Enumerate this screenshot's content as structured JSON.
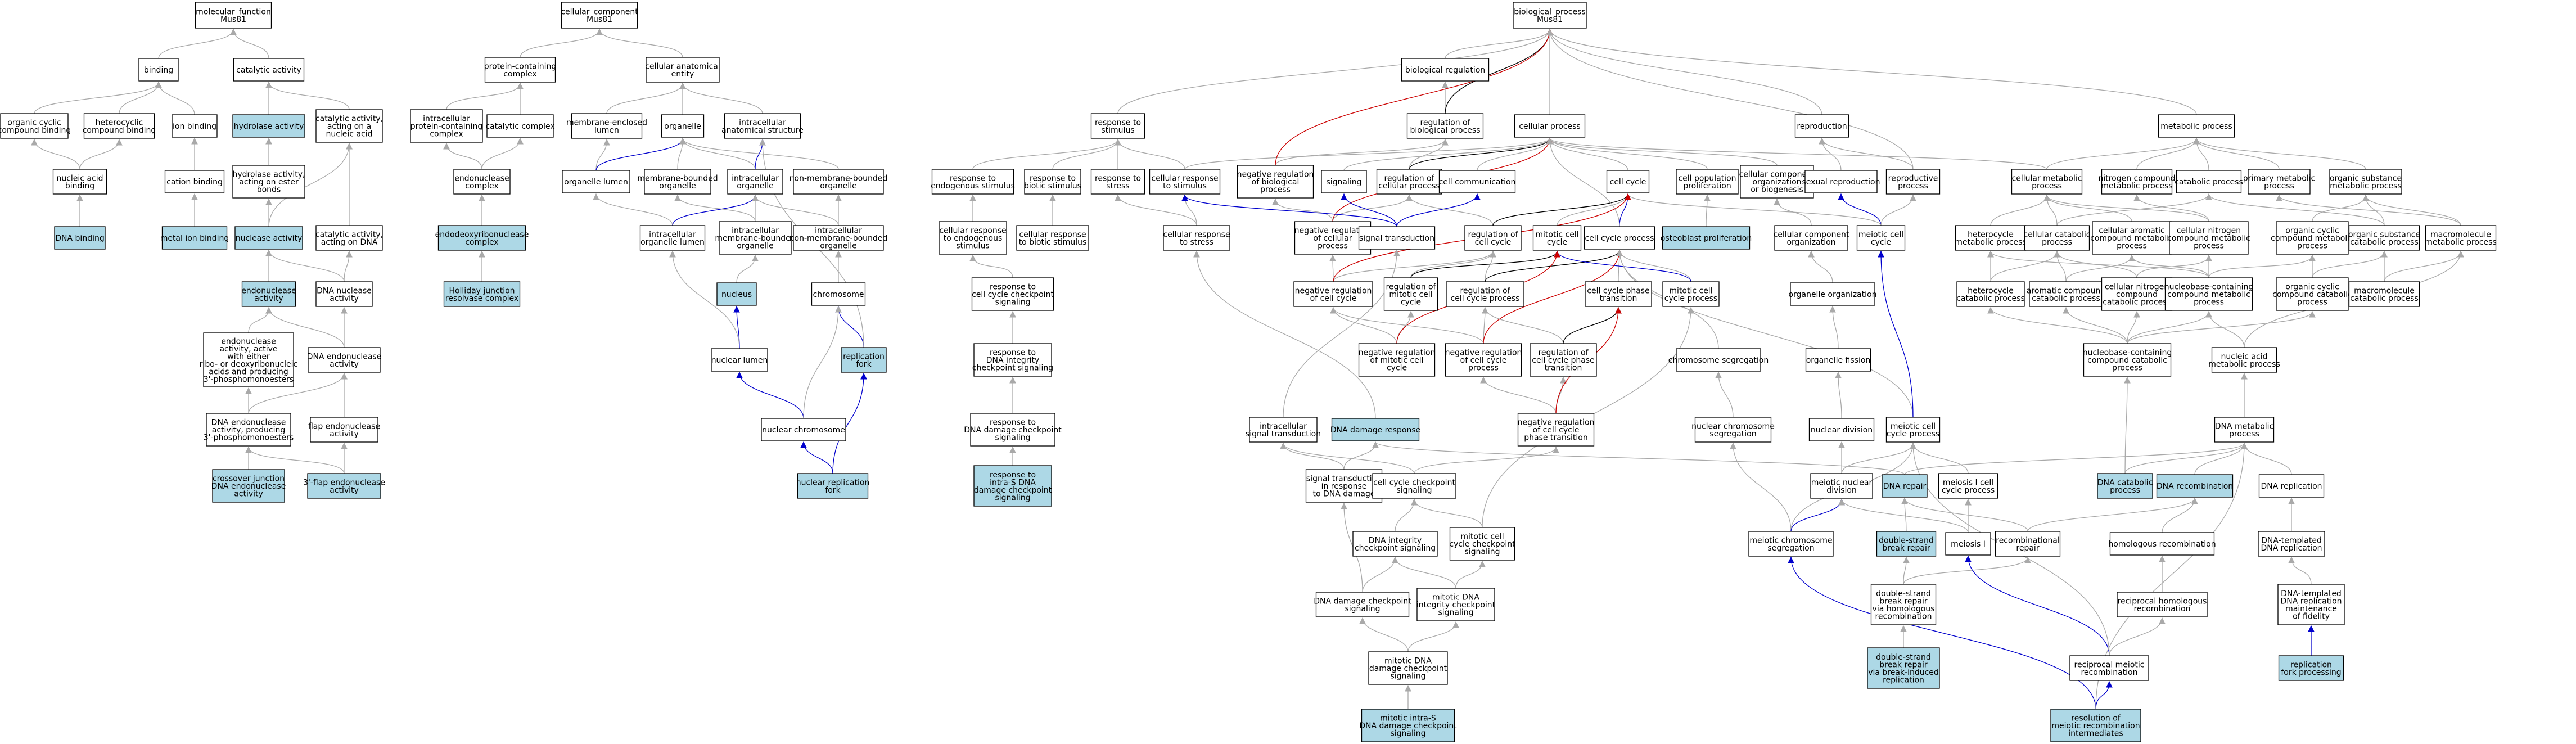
{
  "colors": {
    "highlight_fill": "#add8e6",
    "plain_fill": "#ffffff",
    "is_a": "#a9a9a9",
    "part_of": "#0000cc",
    "neg_regulates": "#cc0000",
    "regulates": "#000000"
  },
  "nodes": {
    "mf_root": {
      "label": "molecular_function\nMus81"
    },
    "binding": {
      "label": "binding"
    },
    "catalytic_activity": {
      "label": "catalytic activity"
    },
    "organic_cyclic_binding": {
      "label": "organic cyclic\ncompound binding"
    },
    "heterocyclic_binding": {
      "label": "heterocyclic\ncompound binding"
    },
    "ion_binding": {
      "label": "ion binding"
    },
    "hydrolase_activity": {
      "label": "hydrolase activity"
    },
    "catalytic_on_nucleic": {
      "label": "catalytic activity,\nacting on a\nnucleic acid"
    },
    "nucleic_acid_binding": {
      "label": "nucleic acid\nbinding"
    },
    "cation_binding": {
      "label": "cation binding"
    },
    "hydrolase_ester": {
      "label": "hydrolase activity,\nacting on ester\nbonds"
    },
    "dna_binding": {
      "label": "DNA binding"
    },
    "metal_ion_binding": {
      "label": "metal ion binding"
    },
    "nuclease_activity": {
      "label": "nuclease activity"
    },
    "catalytic_on_dna": {
      "label": "catalytic activity,\nacting on DNA"
    },
    "endonuclease_activity": {
      "label": "endonuclease\nactivity"
    },
    "dna_nuclease_activity": {
      "label": "DNA nuclease\nactivity"
    },
    "endonuclease_ribo": {
      "label": "endonuclease\nactivity, active\nwith either\nribo- or deoxyribonucleic\nacids and producing\n3'-phosphomonoesters"
    },
    "dna_endonuclease_activity": {
      "label": "DNA endonuclease\nactivity"
    },
    "dna_endonuclease_3p": {
      "label": "DNA endonuclease\nactivity, producing\n3'-phosphomonoesters"
    },
    "flap_endonuclease": {
      "label": "flap endonuclease\nactivity"
    },
    "crossover_junction": {
      "label": "crossover junction\nDNA endonuclease\nactivity"
    },
    "flap_3p": {
      "label": "3'-flap endonuclease\nactivity"
    },
    "cc_root": {
      "label": "cellular_component\nMus81"
    },
    "protein_containing_complex": {
      "label": "protein-containing\ncomplex"
    },
    "cellular_anatomical_entity": {
      "label": "cellular anatomical\nentity"
    },
    "intracellular_pcc": {
      "label": "intracellular\nprotein-containing\ncomplex"
    },
    "catalytic_complex": {
      "label": "catalytic complex"
    },
    "membrane_enclosed_lumen": {
      "label": "membrane-enclosed\nlumen"
    },
    "organelle": {
      "label": "organelle"
    },
    "intracellular_anatomical": {
      "label": "intracellular\nanatomical structure"
    },
    "endonuclease_complex": {
      "label": "endonuclease\ncomplex"
    },
    "organelle_lumen": {
      "label": "organelle lumen"
    },
    "membrane_bounded_organelle": {
      "label": "membrane-bounded\norganelle"
    },
    "intracellular_organelle": {
      "label": "intracellular\norganelle"
    },
    "non_membrane_bounded_organelle": {
      "label": "non-membrane-bounded\norganelle"
    },
    "endodeoxyribonuclease_complex": {
      "label": "endodeoxyribonuclease\ncomplex"
    },
    "intracellular_organelle_lumen": {
      "label": "intracellular\norganelle lumen"
    },
    "intracellular_membrane_bounded": {
      "label": "intracellular\nmembrane-bounded\norganelle"
    },
    "intracellular_non_membrane": {
      "label": "intracellular\nnon-membrane-bounded\norganelle"
    },
    "holliday_junction": {
      "label": "Holliday junction\nresolvase complex"
    },
    "nucleus": {
      "label": "nucleus"
    },
    "chromosome": {
      "label": "chromosome"
    },
    "nuclear_lumen": {
      "label": "nuclear lumen"
    },
    "replication_fork": {
      "label": "replication\nfork"
    },
    "nuclear_chromosome": {
      "label": "nuclear chromosome"
    },
    "nuclear_replication_fork": {
      "label": "nuclear replication\nfork"
    },
    "bp_root": {
      "label": "biological_process\nMus81"
    },
    "biological_regulation": {
      "label": "biological regulation"
    },
    "regulation_biological_process": {
      "label": "regulation of\nbiological process"
    },
    "response_to_stimulus": {
      "label": "response to\nstimulus"
    },
    "cellular_process": {
      "label": "cellular process"
    },
    "reproduction": {
      "label": "reproduction"
    },
    "metabolic_process": {
      "label": "metabolic process"
    },
    "response_endogenous": {
      "label": "response to\nendogenous stimulus"
    },
    "response_biotic": {
      "label": "response to\nbiotic stimulus"
    },
    "response_stress": {
      "label": "response to\nstress"
    },
    "cellular_response_stimulus": {
      "label": "cellular response\nto stimulus"
    },
    "neg_reg_biological_process": {
      "label": "negative regulation\nof biological\nprocess"
    },
    "signaling": {
      "label": "signaling"
    },
    "regulation_cellular_process": {
      "label": "regulation of\ncellular process"
    },
    "cell_communication": {
      "label": "cell communication"
    },
    "cell_cycle": {
      "label": "cell cycle"
    },
    "cell_population_proliferation": {
      "label": "cell population\nproliferation"
    },
    "cellular_component_org": {
      "label": "cellular component\norganization\nor biogenesis"
    },
    "sexual_reproduction": {
      "label": "sexual reproduction"
    },
    "reproductive_process": {
      "label": "reproductive\nprocess"
    },
    "cellular_metabolic_process": {
      "label": "cellular metabolic\nprocess"
    },
    "nitrogen_compound_metabolic": {
      "label": "nitrogen compound\nmetabolic process"
    },
    "catabolic_process": {
      "label": "catabolic process"
    },
    "primary_metabolic": {
      "label": "primary metabolic\nprocess"
    },
    "organic_substance_metabolic": {
      "label": "organic substance\nmetabolic process"
    },
    "cellular_response_endogenous": {
      "label": "cellular response\nto endogenous\nstimulus"
    },
    "cellular_response_biotic": {
      "label": "cellular response\nto biotic stimulus"
    },
    "cellular_response_stress": {
      "label": "cellular response\nto stress"
    },
    "neg_reg_cellular_process": {
      "label": "negative regulation\nof cellular\nprocess"
    },
    "signal_transduction": {
      "label": "signal transduction"
    },
    "regulation_of_cell_cycle": {
      "label": "regulation of\ncell cycle"
    },
    "mitotic_cell_cycle": {
      "label": "mitotic cell\ncycle"
    },
    "cell_cycle_process": {
      "label": "cell cycle process"
    },
    "osteoblast_proliferation": {
      "label": "osteoblast proliferation"
    },
    "cellular_component_organization": {
      "label": "cellular component\norganization"
    },
    "meiotic_cell_cycle": {
      "label": "meiotic cell\ncycle"
    },
    "heterocycle_metabolic": {
      "label": "heterocycle\nmetabolic process"
    },
    "cellular_catabolic": {
      "label": "cellular catabolic\nprocess"
    },
    "cellular_aromatic_metabolic": {
      "label": "cellular aromatic\ncompound metabolic\nprocess"
    },
    "cellular_nitrogen_metabolic": {
      "label": "cellular nitrogen\ncompound metabolic\nprocess"
    },
    "organic_cyclic_metabolic": {
      "label": "organic cyclic\ncompound metabolic\nprocess"
    },
    "organic_substance_catabolic": {
      "label": "organic substance\ncatabolic process"
    },
    "macromolecule_metabolic": {
      "label": "macromolecule\nmetabolic process"
    },
    "cell_cycle_checkpoint_response": {
      "label": "response to\ncell cycle checkpoint\nsignaling"
    },
    "neg_reg_cell_cycle": {
      "label": "negative regulation\nof cell cycle"
    },
    "regulation_mitotic_cell_cycle": {
      "label": "regulation of\nmitotic cell\ncycle"
    },
    "regulation_cell_cycle_process": {
      "label": "regulation of\ncell cycle process"
    },
    "cell_cycle_phase_transition": {
      "label": "cell cycle phase\ntransition"
    },
    "mitotic_cell_cycle_process": {
      "label": "mitotic cell\ncycle process"
    },
    "organelle_organization": {
      "label": "organelle organization"
    },
    "heterocycle_catabolic": {
      "label": "heterocycle\ncatabolic process"
    },
    "aromatic_compound_catabolic": {
      "label": "aromatic compound\ncatabolic process"
    },
    "cellular_nitrogen_catabolic": {
      "label": "cellular nitrogen\ncompound\ncatabolic process"
    },
    "nucleobase_metabolic": {
      "label": "nucleobase-containing\ncompound metabolic\nprocess"
    },
    "organic_cyclic_catabolic": {
      "label": "organic cyclic\ncompound catabolic\nprocess"
    },
    "macromolecule_catabolic": {
      "label": "macromolecule\ncatabolic process"
    },
    "response_dna_integrity": {
      "label": "response to\nDNA integrity\ncheckpoint signaling"
    },
    "neg_reg_mitotic_cell_cycle": {
      "label": "negative regulation\nof mitotic cell\ncycle"
    },
    "neg_reg_cell_cycle_process": {
      "label": "negative regulation\nof cell cycle\nprocess"
    },
    "reg_cell_cycle_phase_transition": {
      "label": "regulation of\ncell cycle phase\ntransition"
    },
    "chromosome_segregation": {
      "label": "chromosome segregation"
    },
    "organelle_fission": {
      "label": "organelle fission"
    },
    "nucleobase_catabolic": {
      "label": "nucleobase-containing\ncompound catabolic\nprocess"
    },
    "nucleic_acid_metabolic": {
      "label": "nucleic acid\nmetabolic process"
    },
    "response_dna_damage_checkpoint": {
      "label": "response to\nDNA damage checkpoint\nsignaling"
    },
    "intracellular_signal_transduction": {
      "label": "intracellular\nsignal transduction"
    },
    "dna_damage_response": {
      "label": "DNA damage response"
    },
    "neg_reg_cell_cycle_phase_transition": {
      "label": "negative regulation\nof cell cycle\nphase transition"
    },
    "nuclear_chromosome_segregation": {
      "label": "nuclear chromosome\nsegregation"
    },
    "nuclear_division": {
      "label": "nuclear division"
    },
    "meiotic_cell_cycle_process": {
      "label": "meiotic cell\ncycle process"
    },
    "dna_metabolic_process": {
      "label": "DNA metabolic\nprocess"
    },
    "response_intra_s": {
      "label": "response to\nintra-S DNA\ndamage checkpoint\nsignaling"
    },
    "signal_transduction_dna_damage": {
      "label": "signal transduction\nin response\nto DNA damage"
    },
    "cell_cycle_checkpoint_signaling": {
      "label": "cell cycle checkpoint\nsignaling"
    },
    "meiotic_nuclear_division": {
      "label": "meiotic nuclear\ndivision"
    },
    "dna_repair": {
      "label": "DNA repair"
    },
    "meiosis_i_cell_cycle": {
      "label": "meiosis I cell\ncycle process"
    },
    "dna_catabolic": {
      "label": "DNA catabolic\nprocess"
    },
    "dna_recombination": {
      "label": "DNA recombination"
    },
    "dna_replication": {
      "label": "DNA replication"
    },
    "dna_integrity_checkpoint": {
      "label": "DNA integrity\ncheckpoint signaling"
    },
    "mitotic_cell_cycle_checkpoint": {
      "label": "mitotic cell\ncycle checkpoint\nsignaling"
    },
    "meiotic_chromosome_segregation": {
      "label": "meiotic chromosome\nsegregation"
    },
    "double_strand_break_repair": {
      "label": "double-strand\nbreak repair"
    },
    "meiosis_i": {
      "label": "meiosis I"
    },
    "recombinational_repair": {
      "label": "recombinational\nrepair"
    },
    "homologous_recombination": {
      "label": "homologous recombination"
    },
    "dna_templated_replication": {
      "label": "DNA-templated\nDNA replication"
    },
    "dna_damage_checkpoint": {
      "label": "DNA damage checkpoint\nsignaling"
    },
    "mitotic_dna_integrity": {
      "label": "mitotic DNA\nintegrity checkpoint\nsignaling"
    },
    "dsb_repair_homologous": {
      "label": "double-strand\nbreak repair\nvia homologous\nrecombination"
    },
    "reciprocal_homologous": {
      "label": "reciprocal homologous\nrecombination"
    },
    "dna_replication_fidelity": {
      "label": "DNA-templated\nDNA replication\nmaintenance\nof fidelity"
    },
    "mitotic_dna_damage_checkpoint": {
      "label": "mitotic DNA\ndamage checkpoint\nsignaling"
    },
    "dsb_repair_bir": {
      "label": "double-strand\nbreak repair\nvia break-induced\nreplication"
    },
    "reciprocal_meiotic": {
      "label": "reciprocal meiotic\nrecombination"
    },
    "replication_fork_processing": {
      "label": "replication\nfork processing"
    },
    "mitotic_intra_s": {
      "label": "mitotic intra-S\nDNA damage checkpoint\nsignaling"
    },
    "resolution_meiotic": {
      "label": "resolution of\nmeiotic recombination\nintermediates"
    }
  }
}
